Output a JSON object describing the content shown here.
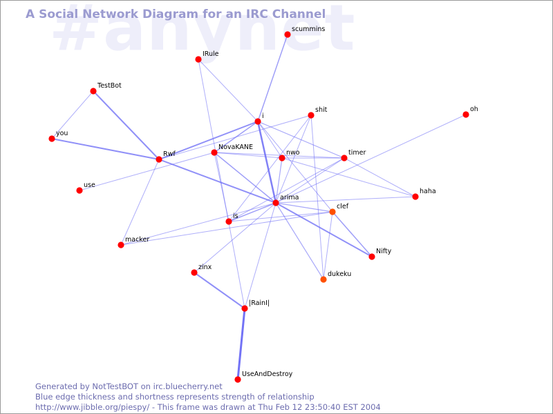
{
  "watermark": "#anynet",
  "title": "A Social Network Diagram for an IRC Channel",
  "footer": {
    "line1": "Generated by NotTestBOT on irc.bluecherry.net",
    "line2": "Blue edge thickness and shortness represents strength of relationship",
    "line3": "http://www.jibble.org/piespy/ - This frame was drawn at Thu Feb 12 23:50:40 EST 2004"
  },
  "colors": {
    "node": "#ff0000",
    "node_recent": "#ff5000",
    "edge": "#6b6bf5",
    "title": "#9b9bd0",
    "watermark": "#eeeefa",
    "footer": "#6b6bae"
  },
  "nodes": [
    {
      "id": "scummins",
      "label": "scummins"
    },
    {
      "id": "IRule",
      "label": "IRule"
    },
    {
      "id": "TestBot",
      "label": "TestBot"
    },
    {
      "id": "i",
      "label": "i"
    },
    {
      "id": "shit",
      "label": "shit"
    },
    {
      "id": "oh",
      "label": "oh"
    },
    {
      "id": "you",
      "label": "you"
    },
    {
      "id": "Rwf",
      "label": "Rwf"
    },
    {
      "id": "NovaKANE",
      "label": "NovaKANE"
    },
    {
      "id": "nwo",
      "label": "nwo"
    },
    {
      "id": "timer",
      "label": "timer"
    },
    {
      "id": "use",
      "label": "use"
    },
    {
      "id": "haha",
      "label": "haha"
    },
    {
      "id": "arima",
      "label": "arima"
    },
    {
      "id": "clef",
      "label": "clef",
      "recent": true
    },
    {
      "id": "is",
      "label": "is"
    },
    {
      "id": "macker",
      "label": "macker"
    },
    {
      "id": "Nifty",
      "label": "Nifty"
    },
    {
      "id": "zinx",
      "label": "zinx"
    },
    {
      "id": "dukeku",
      "label": "dukeku",
      "recent": true
    },
    {
      "id": "IRainI",
      "label": "|RainI|"
    },
    {
      "id": "UseAndDestroy",
      "label": "UseAndDestroy"
    }
  ],
  "edges": [
    {
      "from": "IRainI",
      "to": "UseAndDestroy",
      "weight": 3
    },
    {
      "from": "i",
      "to": "arima",
      "weight": 2.5
    },
    {
      "from": "Rwf",
      "to": "arima",
      "weight": 2
    },
    {
      "from": "Rwf",
      "to": "i",
      "weight": 2
    },
    {
      "from": "you",
      "to": "Rwf",
      "weight": 2
    },
    {
      "from": "TestBot",
      "to": "Rwf",
      "weight": 2
    },
    {
      "from": "zinx",
      "to": "IRainI",
      "weight": 2
    },
    {
      "from": "arima",
      "to": "Nifty",
      "weight": 2
    },
    {
      "from": "scummins",
      "to": "i",
      "weight": 1.5
    },
    {
      "from": "NovaKANE",
      "to": "i",
      "weight": 1.5
    },
    {
      "from": "NovaKANE",
      "to": "arima",
      "weight": 1.5
    },
    {
      "from": "is",
      "to": "arima",
      "weight": 1.5
    },
    {
      "from": "clef",
      "to": "Nifty",
      "weight": 1.5
    },
    {
      "from": "arima",
      "to": "clef",
      "weight": 1.2
    },
    {
      "from": "arima",
      "to": "dukeku",
      "weight": 1.2
    },
    {
      "from": "i",
      "to": "timer",
      "weight": 1.2
    },
    {
      "from": "nwo",
      "to": "arima",
      "weight": 1.2
    },
    {
      "from": "IRule",
      "to": "i",
      "weight": 1
    },
    {
      "from": "IRule",
      "to": "IRainI",
      "weight": 1
    },
    {
      "from": "TestBot",
      "to": "you",
      "weight": 1
    },
    {
      "from": "Rwf",
      "to": "macker",
      "weight": 1
    },
    {
      "from": "NovaKANE",
      "to": "is",
      "weight": 1
    },
    {
      "from": "NovaKANE",
      "to": "nwo",
      "weight": 1
    },
    {
      "from": "NovaKANE",
      "to": "timer",
      "weight": 1
    },
    {
      "from": "i",
      "to": "nwo",
      "weight": 1
    },
    {
      "from": "i",
      "to": "clef",
      "weight": 1
    },
    {
      "from": "shit",
      "to": "arima",
      "weight": 1
    },
    {
      "from": "shit",
      "to": "is",
      "weight": 1
    },
    {
      "from": "shit",
      "to": "Rwf",
      "weight": 1
    },
    {
      "from": "shit",
      "to": "dukeku",
      "weight": 1
    },
    {
      "from": "nwo",
      "to": "timer",
      "weight": 1
    },
    {
      "from": "nwo",
      "to": "haha",
      "weight": 1
    },
    {
      "from": "timer",
      "to": "arima",
      "weight": 1
    },
    {
      "from": "timer",
      "to": "is",
      "weight": 1
    },
    {
      "from": "oh",
      "to": "arima",
      "weight": 1
    },
    {
      "from": "arima",
      "to": "haha",
      "weight": 1
    },
    {
      "from": "arima",
      "to": "zinx",
      "weight": 1
    },
    {
      "from": "arima",
      "to": "IRainI",
      "weight": 1
    },
    {
      "from": "clef",
      "to": "dukeku",
      "weight": 1
    },
    {
      "from": "is",
      "to": "clef",
      "weight": 1
    },
    {
      "from": "macker",
      "to": "clef",
      "weight": 1
    },
    {
      "from": "use",
      "to": "NovaKANE",
      "weight": 1
    },
    {
      "from": "timer",
      "to": "haha",
      "weight": 1
    },
    {
      "from": "macker",
      "to": "arima",
      "weight": 1
    }
  ]
}
